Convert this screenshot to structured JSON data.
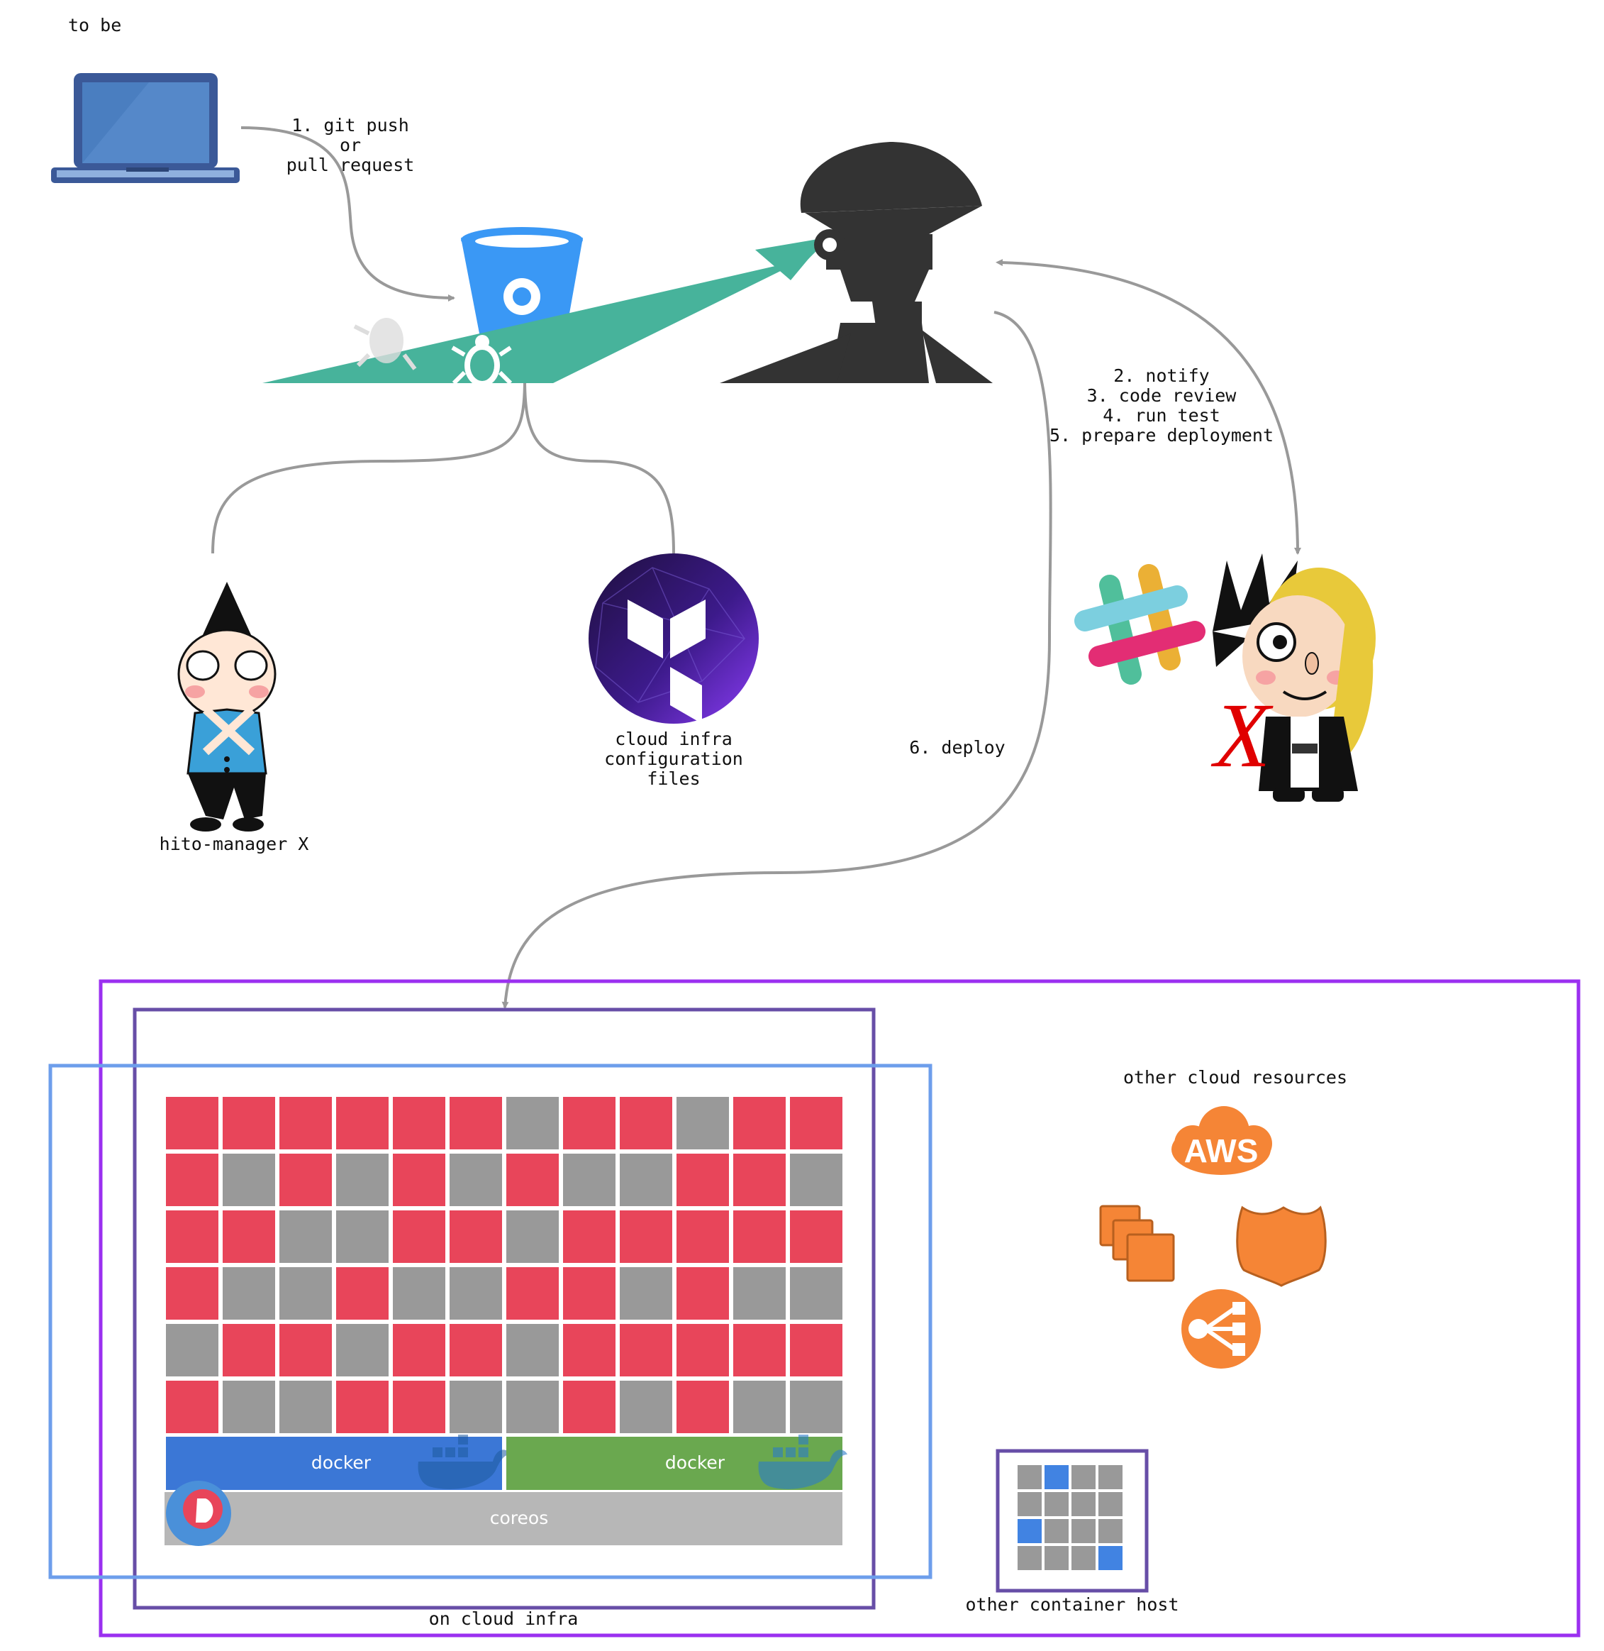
{
  "heading": "to be",
  "steps": {
    "push": [
      "1. git push",
      "or",
      "pull request"
    ],
    "review": [
      "2. notify",
      "3. code review",
      "4. run test",
      "5. prepare deployment"
    ],
    "deploy": "6. deploy"
  },
  "labels": {
    "manager": "hito-manager X",
    "terraform": [
      "cloud infra",
      "configuration",
      "files"
    ],
    "other_resources": "other cloud resources",
    "other_host": "other container host",
    "on_cloud": "on cloud infra",
    "aws": "AWS"
  },
  "cluster": {
    "grid": [
      "RRRRRRGRRGRR",
      "RGRGRGRGGRRG",
      "RRGGRRGRRRRR",
      "RGGRGGRRGRGG",
      "GRRGRRGRRRRR",
      "RGGRRGGRGRGG"
    ],
    "docker_left": "docker",
    "docker_right": "docker",
    "os": "coreos"
  },
  "small_host_grid": [
    "GBGG",
    "GGGG",
    "BGGG",
    "GGGB"
  ],
  "colors": {
    "red": "#e8455a",
    "gray": "#999999",
    "blue": "#4183e2",
    "docker_blue": "#3b77d6",
    "docker_green": "#6aa84f",
    "coreos_gray": "#b7b7b7",
    "purple_outer": "#9b30f0",
    "purple_inner": "#674ea7",
    "light_blue": "#6d9eeb",
    "aws_orange": "#f58536",
    "bitbucket": "#3a98f5",
    "bug_green": "#47b39b",
    "jenkins": "#333333",
    "arrow": "#999999"
  },
  "icons": [
    "laptop-icon",
    "bitbucket-icon",
    "bug-icon",
    "concourse-icon",
    "slack-icon",
    "terraform-icon",
    "docker-whale-icon",
    "coreos-icon",
    "aws-cloud-icon",
    "ec2-icon",
    "iam-icon",
    "elb-icon",
    "manager-character",
    "yoshiki-character"
  ]
}
